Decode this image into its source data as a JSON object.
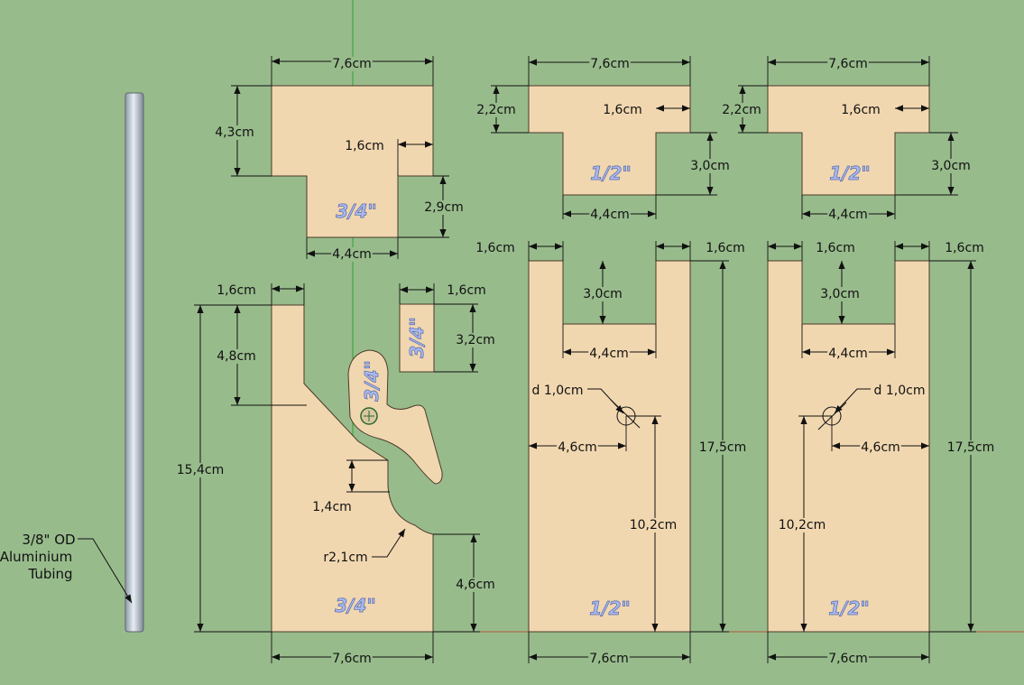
{
  "colors": {
    "background": "#98bb8c",
    "wood": "#f1d7b0",
    "axis_green": "#2fa22f",
    "axis_red": "#b05a3a",
    "thickness_label": "#a8b8ee"
  },
  "tube": {
    "label_line1": "3/8\" OD",
    "label_line2": "Aluminium",
    "label_line3": "Tubing"
  },
  "top_left_part": {
    "width": "7,6cm",
    "height": "4,3cm",
    "notch": "1,6cm",
    "step": "2,9cm",
    "bottom_width": "4,4cm",
    "thickness": "3/4\""
  },
  "top_mid_part": {
    "width": "7,6cm",
    "height": "2,2cm",
    "notch": "1,6cm",
    "step": "3,0cm",
    "bottom_width": "4,4cm",
    "thickness": "1/2\""
  },
  "top_right_part": {
    "width": "7,6cm",
    "height": "2,2cm",
    "notch": "1,6cm",
    "step": "3,0cm",
    "bottom_width": "4,4cm",
    "thickness": "1/2\""
  },
  "small_block": {
    "width": "1,6cm",
    "height": "3,2cm",
    "thickness": "3/4\""
  },
  "lever": {
    "thickness": "3/4\""
  },
  "left_tall_part": {
    "top_width": "1,6cm",
    "top_height": "4,8cm",
    "total_height": "15,4cm",
    "gap": "1,4cm",
    "radius": "r2,1cm",
    "foot_height": "4,6cm",
    "base_width": "7,6cm",
    "thickness": "3/4\""
  },
  "mid_tall_part": {
    "left_arm": "1,6cm",
    "right_arm": "1,6cm",
    "slot_depth": "3,0cm",
    "slot_width": "4,4cm",
    "hole": "d 1,0cm",
    "hole_x": "4,6cm",
    "hole_height": "10,2cm",
    "total_height": "17,5cm",
    "base_width": "7,6cm",
    "thickness": "1/2\""
  },
  "right_tall_part": {
    "left_arm": "1,6cm",
    "right_arm": "1,6cm",
    "slot_depth": "3,0cm",
    "slot_width": "4,4cm",
    "hole": "d 1,0cm",
    "hole_x": "4,6cm",
    "hole_height": "10,2cm",
    "total_height": "17,5cm",
    "base_width": "7,6cm",
    "thickness": "1/2\""
  }
}
